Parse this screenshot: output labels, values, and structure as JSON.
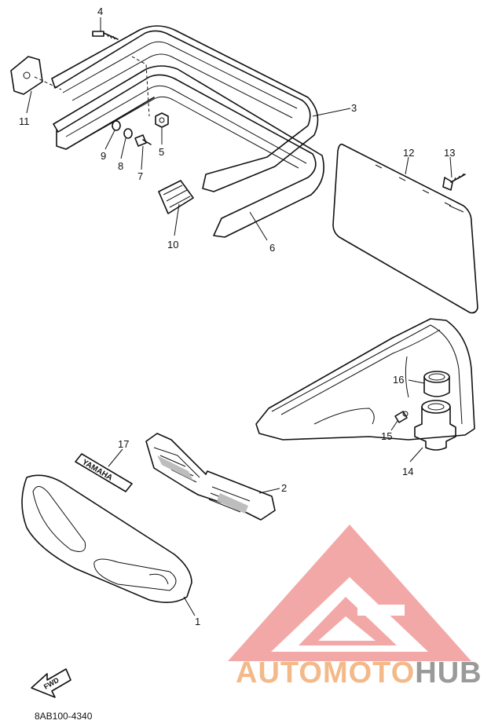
{
  "diagram": {
    "code": "8AB100-4340",
    "fwd_label": "FWD",
    "emblem_text": "YAMAHA",
    "callouts": [
      {
        "id": "c1",
        "label": "1"
      },
      {
        "id": "c2",
        "label": "2"
      },
      {
        "id": "c3",
        "label": "3"
      },
      {
        "id": "c4",
        "label": "4"
      },
      {
        "id": "c5",
        "label": "5"
      },
      {
        "id": "c6",
        "label": "6"
      },
      {
        "id": "c7",
        "label": "7"
      },
      {
        "id": "c8",
        "label": "8"
      },
      {
        "id": "c9",
        "label": "9"
      },
      {
        "id": "c10",
        "label": "10"
      },
      {
        "id": "c11",
        "label": "11"
      },
      {
        "id": "c12",
        "label": "12"
      },
      {
        "id": "c13",
        "label": "13"
      },
      {
        "id": "c14",
        "label": "14"
      },
      {
        "id": "c15",
        "label": "15"
      },
      {
        "id": "c16",
        "label": "16"
      },
      {
        "id": "c17",
        "label": "17"
      }
    ]
  },
  "watermark": {
    "text_part_a": "AUTOMOTO",
    "text_part_b": "HUB",
    "color_triangle": "#f29a9a",
    "color_text_a": "#f4b989",
    "color_text_b": "#9a9a9a"
  }
}
